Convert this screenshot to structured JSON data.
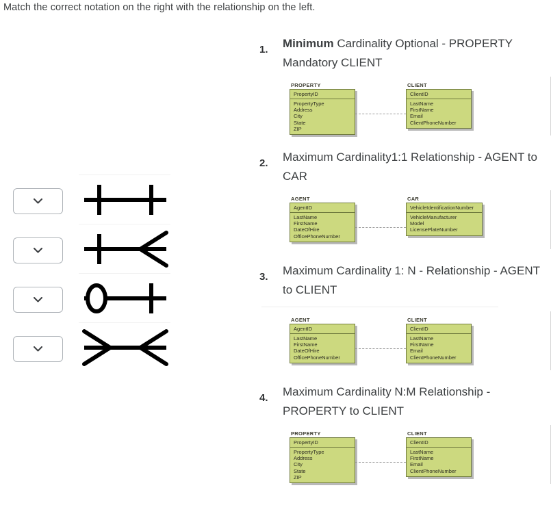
{
  "prompt": "Match the correct notation on the right with the relationship on the left.",
  "answers": {
    "placeholder": "",
    "rows": [
      {
        "name": "one-to-one-mandatory",
        "value": "",
        "notation": "one-and-only-one to one-and-only-one",
        "left_symbol": "tick",
        "right_symbol": "tick"
      },
      {
        "name": "one-to-many-mandatory",
        "value": "",
        "notation": "one-and-only-one to many",
        "left_symbol": "tick",
        "right_symbol": "crowsfoot"
      },
      {
        "name": "zero-or-one-to-one",
        "value": "",
        "notation": "zero-or-one to one-and-only-one",
        "left_symbol": "circle",
        "right_symbol": "tick"
      },
      {
        "name": "many-to-many",
        "value": "",
        "notation": "many to many",
        "left_symbol": "crowsfoot",
        "right_symbol": "crowsfoot"
      }
    ]
  },
  "questions": [
    {
      "number": "1.",
      "text_bold": "Minimum",
      "text_rest": " Cardinality Optional - PROPERTY Mandatory CLIENT",
      "show_divider": false,
      "erd": {
        "left": {
          "name": "PROPERTY",
          "key": "PropertyID",
          "attrs": [
            "PropertyType",
            "Address",
            "City",
            "State",
            "ZIP"
          ]
        },
        "right": {
          "name": "CLIENT",
          "key": "ClientID",
          "attrs": [
            "LastName",
            "FirstName",
            "Email",
            "ClientPhoneNumber"
          ]
        }
      }
    },
    {
      "number": "2.",
      "text_bold": "",
      "text_rest": "Maximum Cardinality1:1 Relationship - AGENT to CAR",
      "show_divider": false,
      "erd": {
        "left": {
          "name": "AGENT",
          "key": "AgentID",
          "attrs": [
            "LastName",
            "FirstName",
            "DateOfHire",
            "OfficePhoneNumber"
          ]
        },
        "right": {
          "name": "CAR",
          "key": "VehicleIdentificationNumber",
          "attrs": [
            "VehicleManufacturer",
            "Model",
            "LicensePlateNumber"
          ]
        }
      }
    },
    {
      "number": "3.",
      "text_bold": "",
      "text_rest": "Maximum Cardinality 1: N - Relationship - AGENT to CLIENT",
      "show_divider": true,
      "erd": {
        "left": {
          "name": "AGENT",
          "key": "AgentID",
          "attrs": [
            "LastName",
            "FirstName",
            "DateOfHire",
            "OfficePhoneNumber"
          ]
        },
        "right": {
          "name": "CLIENT",
          "key": "ClientID",
          "attrs": [
            "LastName",
            "FirstName",
            "Email",
            "ClientPhoneNumber"
          ]
        }
      }
    },
    {
      "number": "4.",
      "text_bold": "",
      "text_rest": "Maximum Cardinality N:M Relationship - PROPERTY to CLIENT",
      "show_divider": false,
      "erd": {
        "left": {
          "name": "PROPERTY",
          "key": "PropertyID",
          "attrs": [
            "PropertyType",
            "Address",
            "City",
            "State",
            "ZIP"
          ]
        },
        "right": {
          "name": "CLIENT",
          "key": "ClientID",
          "attrs": [
            "LastName",
            "FirstName",
            "Email",
            "ClientPhoneNumber"
          ]
        }
      }
    }
  ],
  "colors": {
    "entity_fill": "#ccd97f",
    "entity_border": "#6f7a3d",
    "connector": "#9a9a9a",
    "select_border": "#aeb3b8",
    "text": "#3c3f41"
  }
}
